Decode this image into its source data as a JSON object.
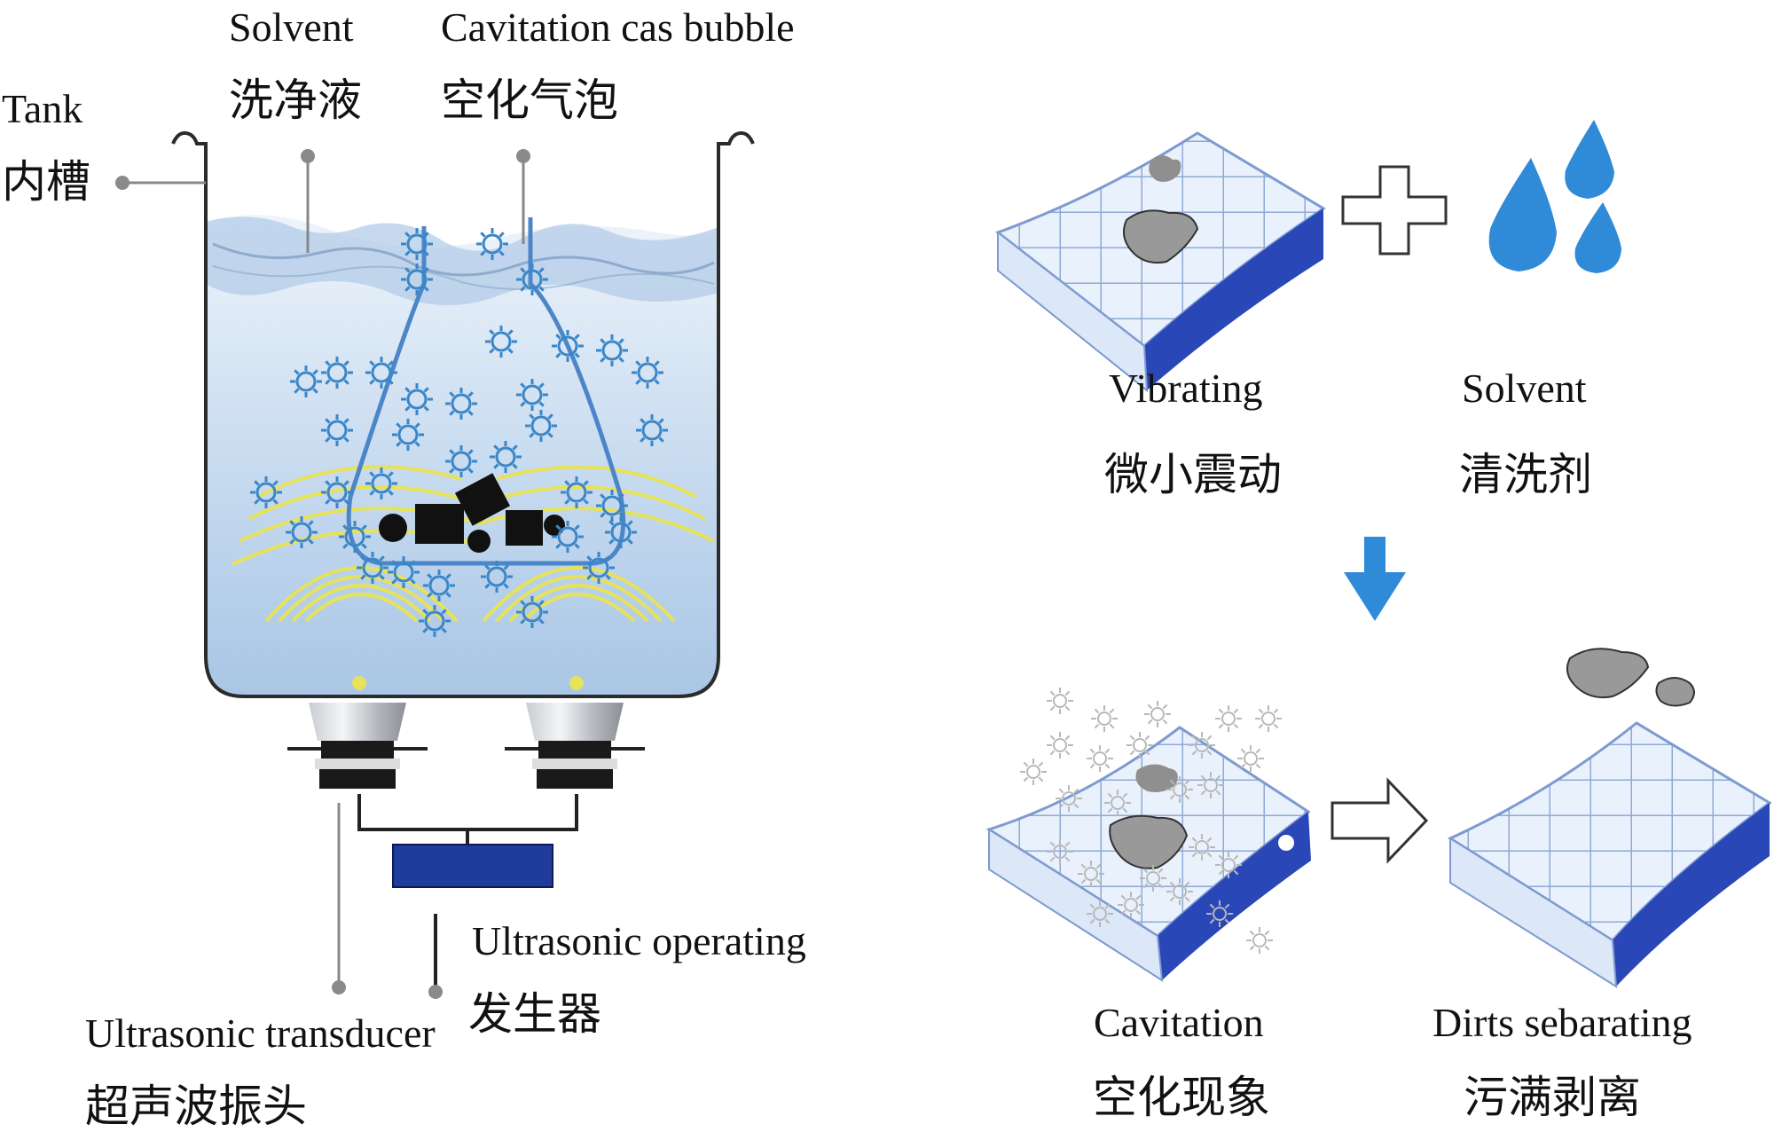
{
  "left_panel": {
    "tank": {
      "en": "Tank",
      "zh": "内槽"
    },
    "solvent": {
      "en": "Solvent",
      "zh": "洗净液"
    },
    "bubble": {
      "en": "Cavitation cas bubble",
      "zh": "空化气泡"
    },
    "generator": {
      "en": "Ultrasonic operating",
      "zh": "发生器"
    },
    "transducer": {
      "en": "Ultrasonic transducer",
      "zh": "超声波振头"
    }
  },
  "right_panel": {
    "vibrating": {
      "en": "Vibrating",
      "zh": "微小震动"
    },
    "solvent": {
      "en": "Solvent",
      "zh": "清洗剂"
    },
    "cavitation": {
      "en": "Cavitation",
      "zh": "空化现象"
    },
    "separating": {
      "en": "Dirts sebarating",
      "zh": "污满剥离"
    }
  },
  "colors": {
    "water_light": "#dbe8f6",
    "water_dark": "#9fc0e2",
    "bubble": "#3a86c8",
    "wave": "#e6e25a",
    "generator": "#1f3c9c",
    "surface_side": "#2a47b8",
    "tile": "#e8f0fb",
    "drop": "#2f8ad8",
    "dirt": "#8f8f8f"
  },
  "icons": [
    "plus-icon",
    "water-drops-icon",
    "down-arrow-icon",
    "right-arrow-icon",
    "ultrasonic-transducer-icon"
  ]
}
